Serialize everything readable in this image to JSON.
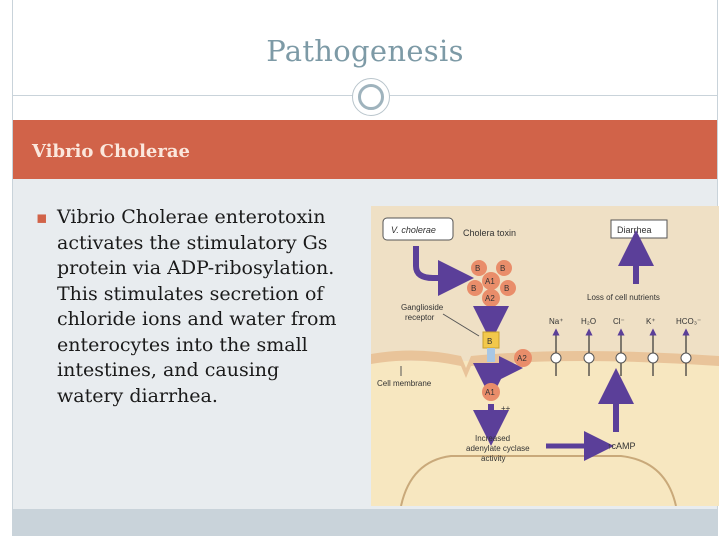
{
  "slide": {
    "title": "Pathogenesis",
    "subtitle": "Vibrio Cholerae",
    "bullet_text": "Vibrio Cholerae enterotoxin activates the stimulatory Gs protein via ADP-ribosylation. This stimulates secretion of chloride ions and water from enterocytes into the small intestines, and causing watery diarrhea.",
    "bullet_marker": "▪"
  },
  "figure": {
    "v_cholerae_label": "V. cholerae",
    "cholera_toxin_label": "Cholera toxin",
    "diarrhea_label": "Diarrhea",
    "loss_label": "Loss of cell nutrients",
    "ganglioside_label_1": "Ganglioside",
    "ganglioside_label_2": "receptor",
    "cell_membrane_label": "Cell membrane",
    "subunit_b": "B",
    "subunit_a1": "A1",
    "subunit_a2": "A2",
    "plus_plus": "++",
    "increased_1": "Increased",
    "increased_2": "adenylate cyclase",
    "increased_3": "activity",
    "camp_label": "↑cAMP",
    "ions": [
      "Na⁺",
      "H₂O",
      "Cl⁻",
      "K⁺",
      "HCO₃⁻"
    ],
    "colors": {
      "background": "#efe0c5",
      "cell": "#f7e7c0",
      "arrow": "#5b3f99",
      "subunit": "#e98d6a",
      "receptor": "#f2c84b",
      "receptor_stem": "#a8c7e5",
      "membrane": "#e9c49a"
    }
  }
}
